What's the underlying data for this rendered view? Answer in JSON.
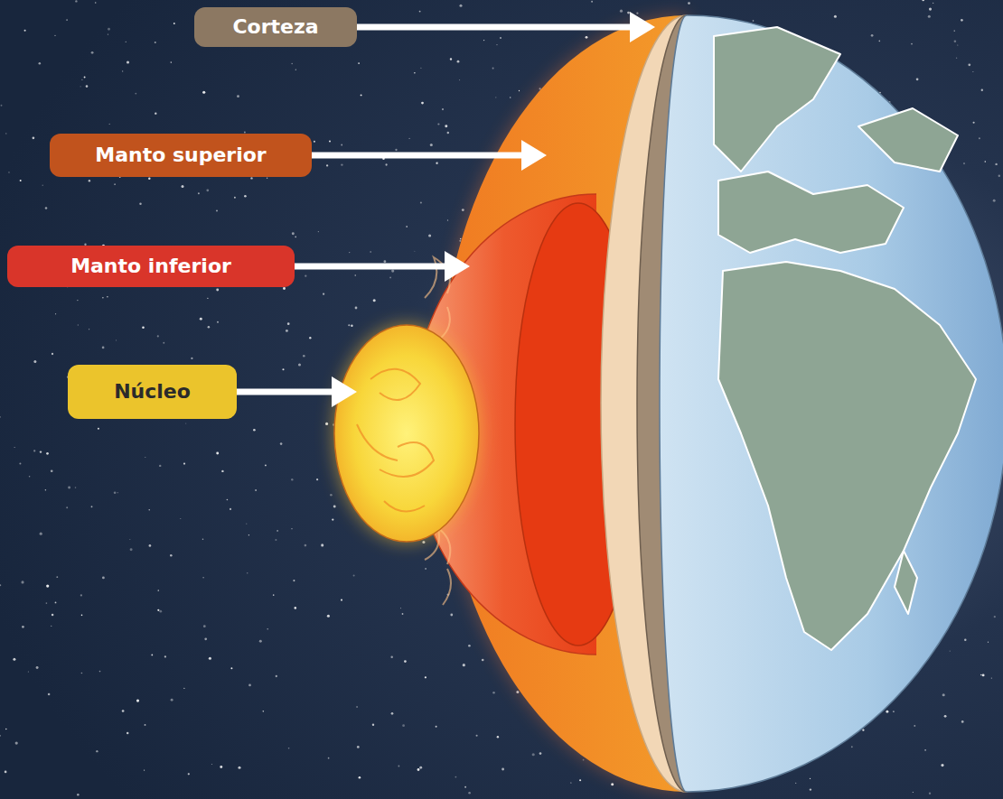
{
  "diagram": {
    "nodes": [
      {
        "text": [
          "Corteza"
        ]
      },
      {
        "text": [
          "Manto superior"
        ]
      },
      {
        "text": [
          "Manto inferior"
        ]
      },
      {
        "text": [
          "Núcleo"
        ]
      }
    ]
  }
}
